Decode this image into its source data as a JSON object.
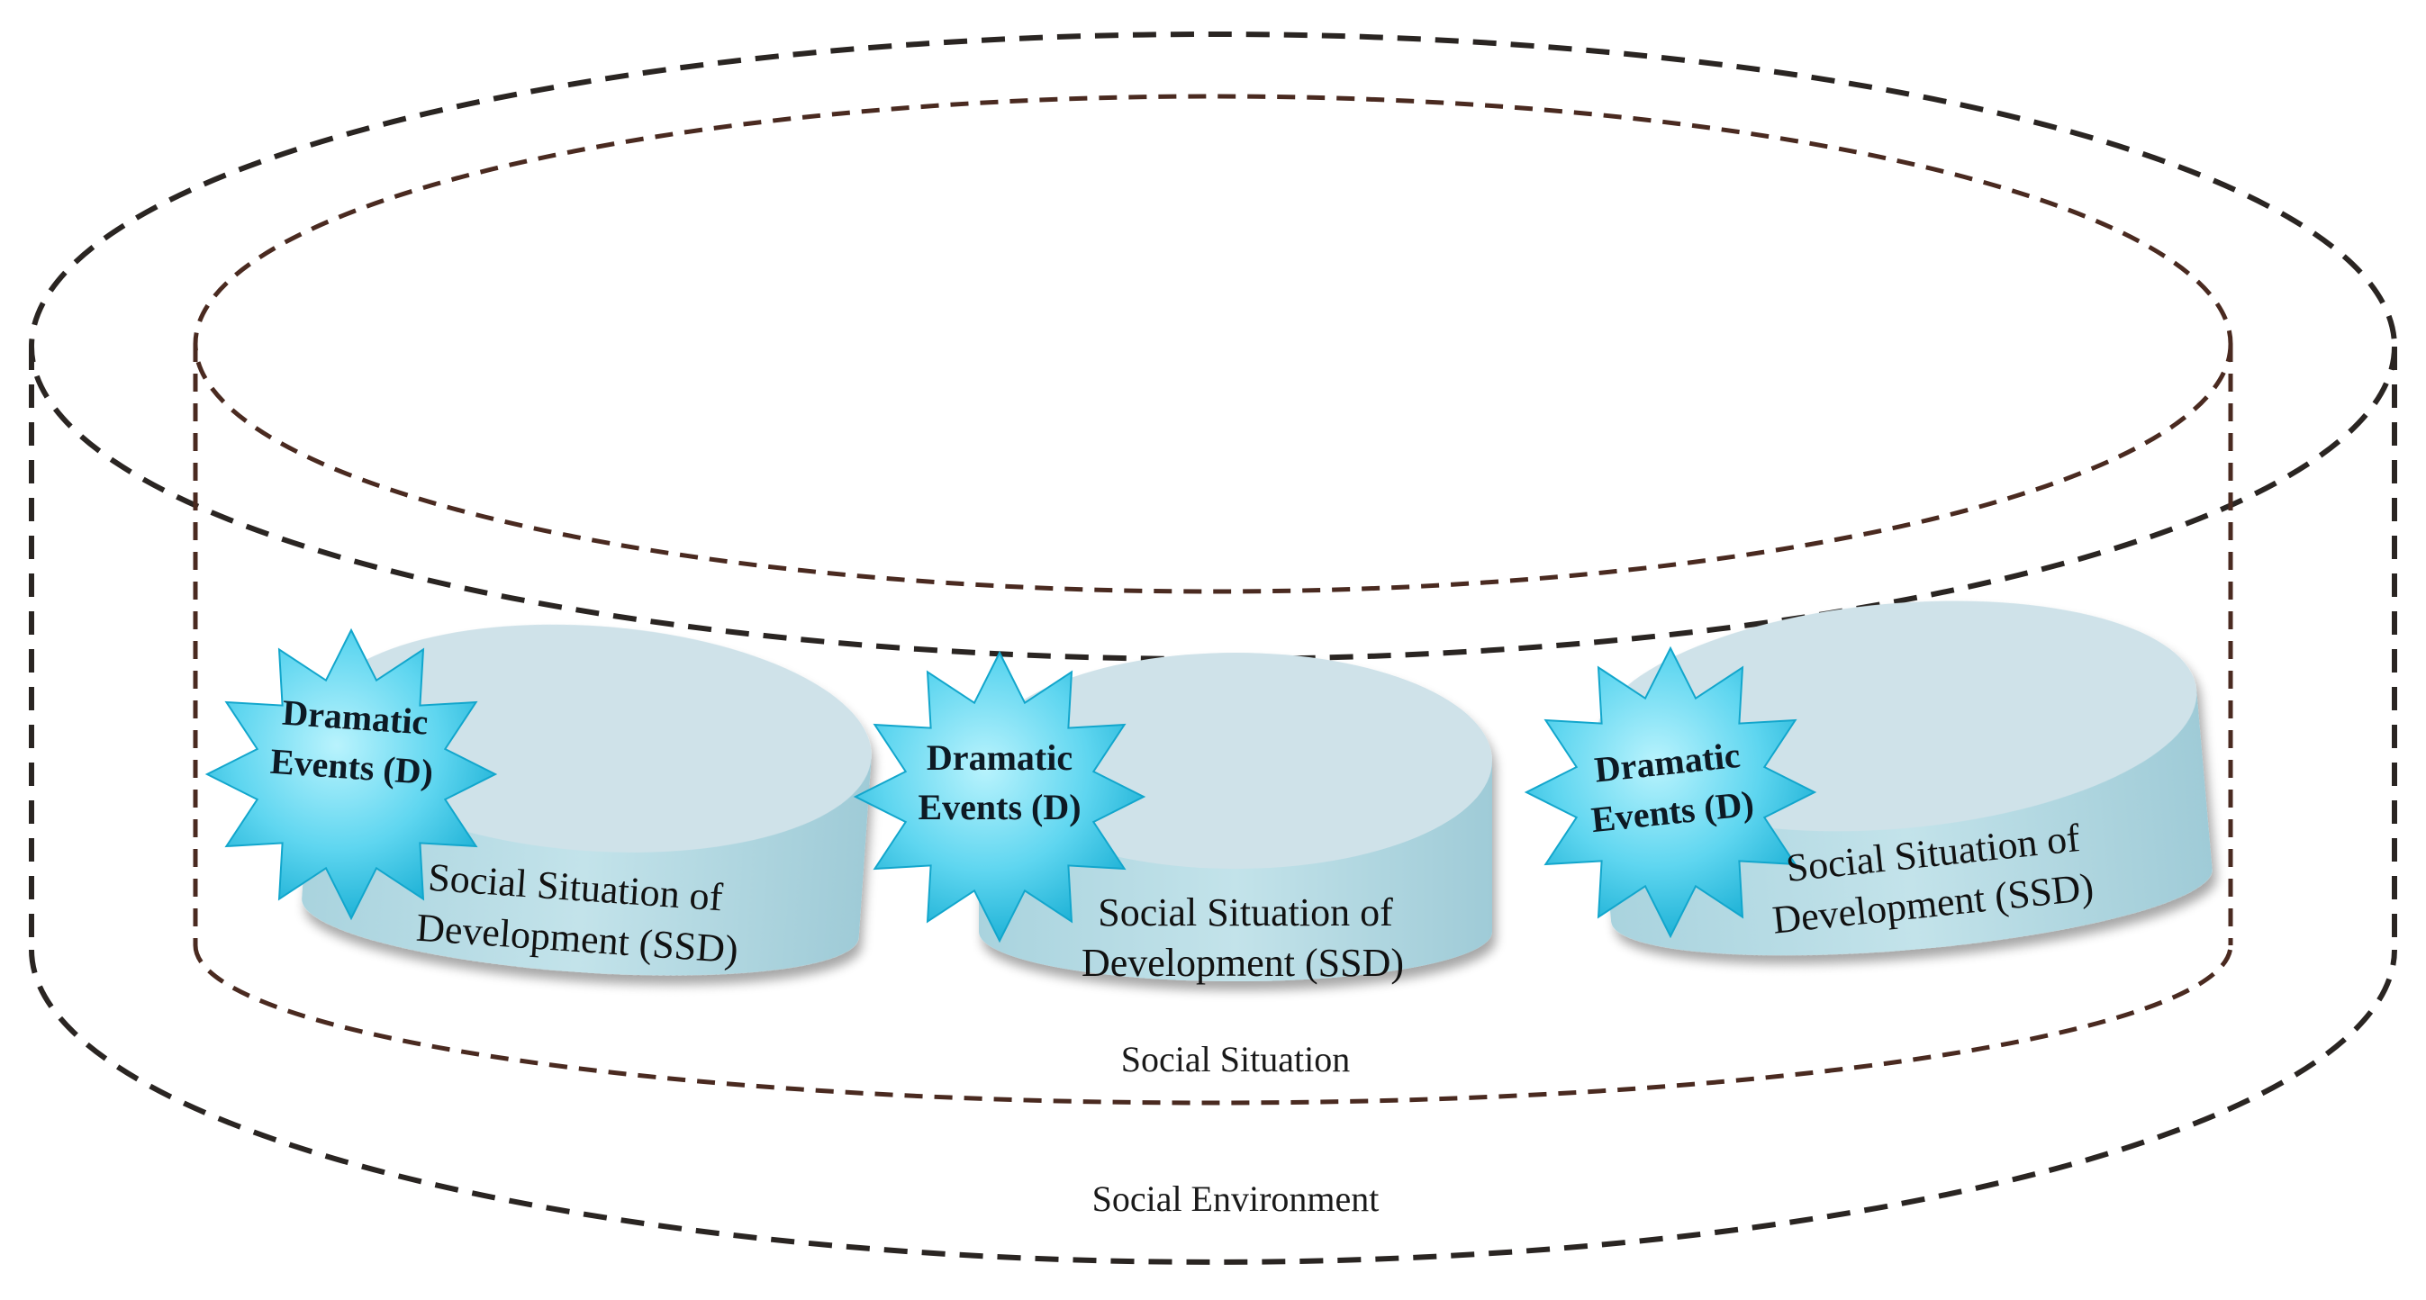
{
  "diagram": {
    "outer_label": "Social Environment",
    "inner_label": "Social Situation",
    "units": [
      {
        "ssd_line1": "Social Situation of",
        "ssd_line2": "Development (SSD)",
        "star_line1": "Dramatic",
        "star_line2": "Events (D)"
      },
      {
        "ssd_line1": "Social Situation of",
        "ssd_line2": "Development (SSD)",
        "star_line1": "Dramatic",
        "star_line2": "Events (D)"
      },
      {
        "ssd_line1": "Social Situation of",
        "ssd_line2": "Development (SSD)",
        "star_line1": "Dramatic",
        "star_line2": "Events (D)"
      }
    ]
  },
  "colors": {
    "outer_dash": "#2a2522",
    "inner_dash": "#4a2a20",
    "disk_top": "#cfe2e9",
    "disk_side": "#b6dae3",
    "star_light": "#8ee8f8",
    "star_dark": "#16b8dc"
  }
}
